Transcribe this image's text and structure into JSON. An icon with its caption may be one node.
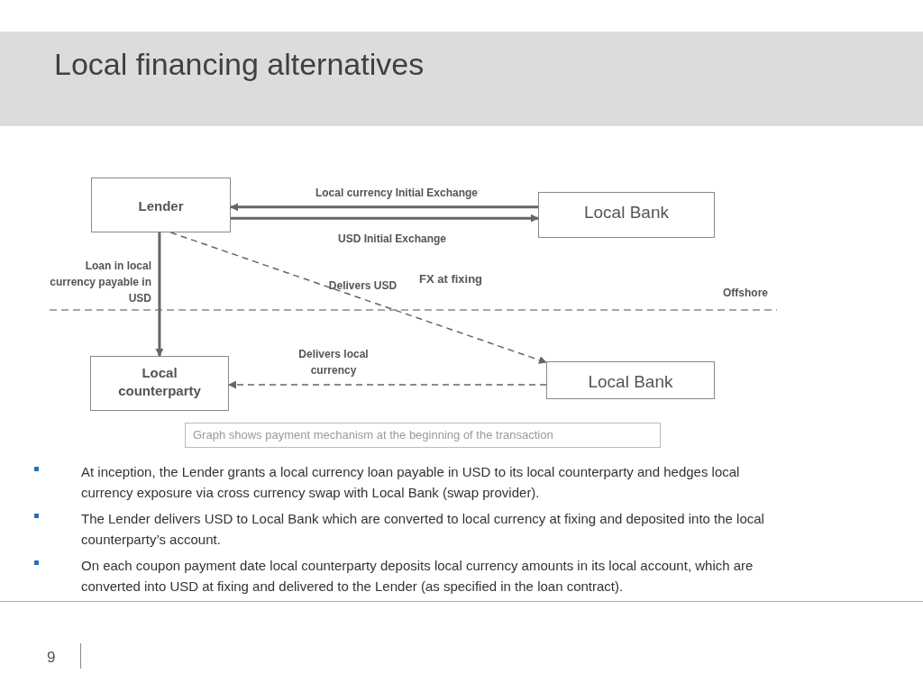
{
  "diagram": {
    "title": "Local financing alternatives",
    "nodes": [
      {
        "text": [
          "Lender"
        ]
      },
      {
        "text": [
          "Local Bank"
        ]
      },
      {
        "text": [
          "Local counterparty"
        ]
      },
      {
        "text": [
          "Local Bank"
        ]
      },
      {
        "text": [
          "Graph shows payment mechanism at the beginning of the transaction"
        ]
      }
    ],
    "edges": [
      {
        "from": 1,
        "to": 0,
        "arrow": "to",
        "label": "Local currency Initial Exchange"
      },
      {
        "from": 0,
        "to": 1,
        "arrow": "to",
        "label": "USD Initial Exchange"
      },
      {
        "from": 0,
        "to": 2,
        "arrow": "to",
        "label": "Loan in local currency payable in USD"
      },
      {
        "from": 0,
        "to": 3,
        "arrow": "to",
        "style": "dashed",
        "label": "Delivers USD"
      },
      {
        "from": 3,
        "to": 2,
        "arrow": "to",
        "style": "dashed",
        "label": "Delivers local currency"
      }
    ],
    "labels": [
      "FX at fixing",
      "Offshore",
      "At inception, the Lender grants a local currency loan payable in USD to its local counterparty and hedges local currency exposure via cross currency swap with Local Bank (swap provider).",
      "The Lender delivers USD to Local Bank which are converted to local currency at fixing and deposited into the local counterparty’s account.",
      "On each coupon payment date local counterparty deposits local currency amounts in its local account, which are converted into USD at fixing and delivered to the Lender (as specified in the loan contract).",
      "9"
    ]
  }
}
